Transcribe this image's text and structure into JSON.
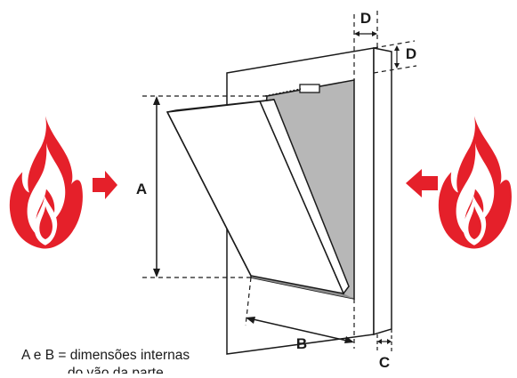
{
  "labels": {
    "a": "A",
    "b": "B",
    "c": "C",
    "d_top": "D",
    "d_right": "D"
  },
  "caption": {
    "line1": "A e B = dimensões internas",
    "line2": "do vão da parte"
  },
  "colors": {
    "flame_red": "#e5202a",
    "arrow_red": "#e5202a",
    "opening_gray": "#b7b7b7",
    "line": "#1a1a1a"
  },
  "icons": {
    "left_flame": "flame-icon",
    "right_flame": "flame-icon"
  }
}
